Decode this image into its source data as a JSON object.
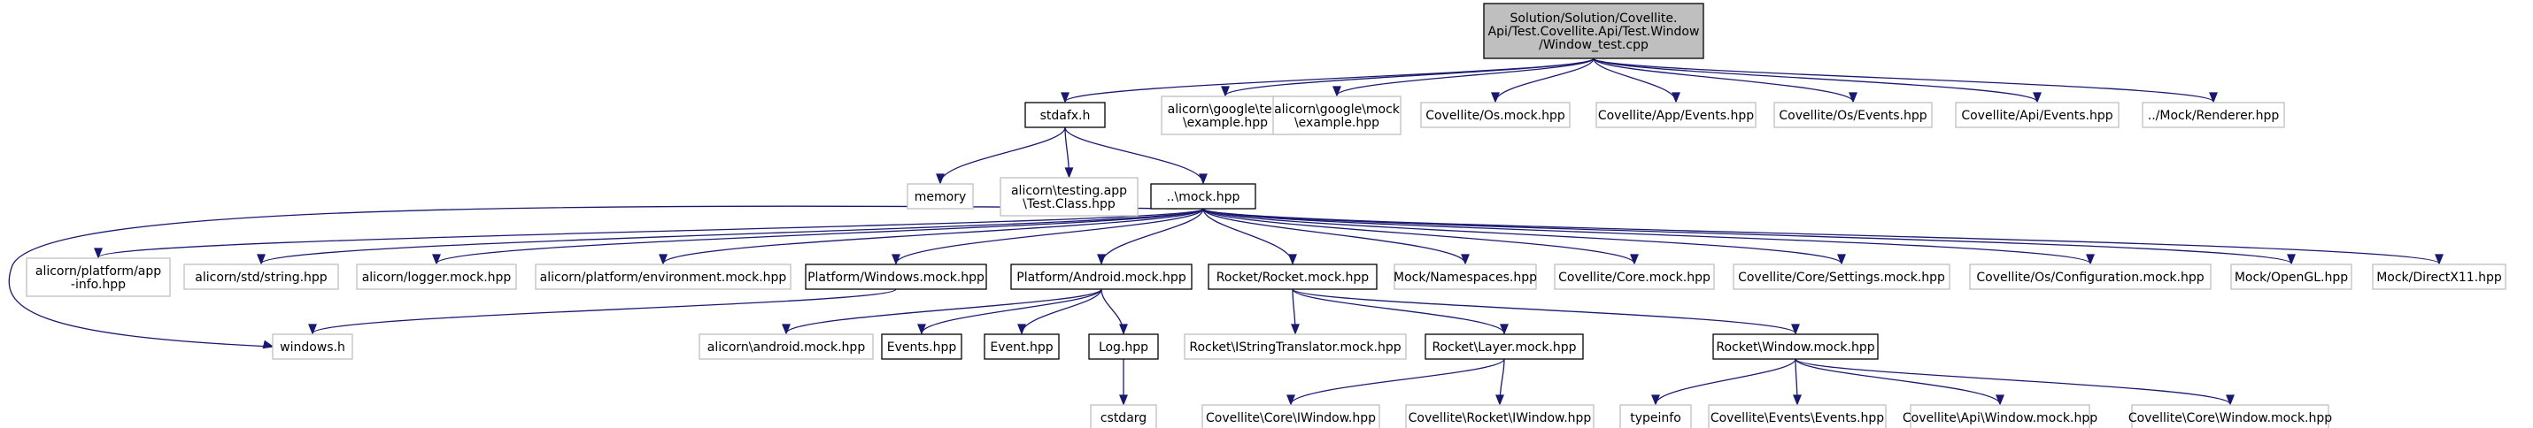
{
  "colors": {
    "edge": "#191970",
    "root_fill": "#bfbfbf",
    "external_border": "#bfbfbf",
    "linked_border": "#000000"
  },
  "nodes": [
    {
      "id": "root",
      "kind": "root",
      "lines": [
        "Solution/Solution/Covellite.",
        "Api/Test.Covellite.Api/Test.Window",
        "/Window_test.cpp"
      ]
    },
    {
      "id": "stdafx",
      "kind": "linked",
      "lines": [
        "stdafx.h"
      ]
    },
    {
      "id": "gtest",
      "kind": "external",
      "lines": [
        "alicorn\\google\\test",
        "\\example.hpp"
      ]
    },
    {
      "id": "gmock",
      "kind": "external",
      "lines": [
        "alicorn\\google\\mock",
        "\\example.hpp"
      ]
    },
    {
      "id": "osmock",
      "kind": "external",
      "lines": [
        "Covellite/Os.mock.hpp"
      ]
    },
    {
      "id": "appevents",
      "kind": "external",
      "lines": [
        "Covellite/App/Events.hpp"
      ]
    },
    {
      "id": "osevents",
      "kind": "external",
      "lines": [
        "Covellite/Os/Events.hpp"
      ]
    },
    {
      "id": "apievents",
      "kind": "external",
      "lines": [
        "Covellite/Api/Events.hpp"
      ]
    },
    {
      "id": "renderer",
      "kind": "external",
      "lines": [
        "../Mock/Renderer.hpp"
      ]
    },
    {
      "id": "memory",
      "kind": "external",
      "lines": [
        "memory"
      ]
    },
    {
      "id": "testingapp",
      "kind": "external",
      "lines": [
        "alicorn\\testing.app",
        "\\Test.Class.hpp"
      ]
    },
    {
      "id": "mock",
      "kind": "linked",
      "lines": [
        "..\\mock.hpp"
      ]
    },
    {
      "id": "appinfo",
      "kind": "external",
      "lines": [
        "alicorn/platform/app",
        "-info.hpp"
      ]
    },
    {
      "id": "stdstring",
      "kind": "external",
      "lines": [
        "alicorn/std/string.hpp"
      ]
    },
    {
      "id": "logger",
      "kind": "external",
      "lines": [
        "alicorn/logger.mock.hpp"
      ]
    },
    {
      "id": "environment",
      "kind": "external",
      "lines": [
        "alicorn/platform/environment.mock.hpp"
      ]
    },
    {
      "id": "winmock",
      "kind": "linked",
      "lines": [
        "Platform/Windows.mock.hpp"
      ]
    },
    {
      "id": "andmock",
      "kind": "linked",
      "lines": [
        "Platform/Android.mock.hpp"
      ]
    },
    {
      "id": "rocketmock",
      "kind": "linked",
      "lines": [
        "Rocket/Rocket.mock.hpp"
      ]
    },
    {
      "id": "namespaces",
      "kind": "external",
      "lines": [
        "Mock/Namespaces.hpp"
      ]
    },
    {
      "id": "coremock",
      "kind": "external",
      "lines": [
        "Covellite/Core.mock.hpp"
      ]
    },
    {
      "id": "settings",
      "kind": "external",
      "lines": [
        "Covellite/Core/Settings.mock.hpp"
      ]
    },
    {
      "id": "config",
      "kind": "external",
      "lines": [
        "Covellite/Os/Configuration.mock.hpp"
      ]
    },
    {
      "id": "opengl",
      "kind": "external",
      "lines": [
        "Mock/OpenGL.hpp"
      ]
    },
    {
      "id": "directx",
      "kind": "external",
      "lines": [
        "Mock/DirectX11.hpp"
      ]
    },
    {
      "id": "windowsh",
      "kind": "external",
      "lines": [
        "windows.h"
      ]
    },
    {
      "id": "andmockh",
      "kind": "external",
      "lines": [
        "alicorn\\android.mock.hpp"
      ]
    },
    {
      "id": "events",
      "kind": "linked",
      "lines": [
        "Events.hpp"
      ]
    },
    {
      "id": "event",
      "kind": "linked",
      "lines": [
        "Event.hpp"
      ]
    },
    {
      "id": "log",
      "kind": "linked",
      "lines": [
        "Log.hpp"
      ]
    },
    {
      "id": "translator",
      "kind": "external",
      "lines": [
        "Rocket\\IStringTranslator.mock.hpp"
      ]
    },
    {
      "id": "layer",
      "kind": "linked",
      "lines": [
        "Rocket\\Layer.mock.hpp"
      ]
    },
    {
      "id": "rwindow",
      "kind": "linked",
      "lines": [
        "Rocket\\Window.mock.hpp"
      ]
    },
    {
      "id": "cstdarg",
      "kind": "external",
      "lines": [
        "cstdarg"
      ]
    },
    {
      "id": "coreiwin",
      "kind": "external",
      "lines": [
        "Covellite\\Core\\IWindow.hpp"
      ]
    },
    {
      "id": "rocketiwin",
      "kind": "external",
      "lines": [
        "Covellite\\Rocket\\IWindow.hpp"
      ]
    },
    {
      "id": "typeinfo",
      "kind": "external",
      "lines": [
        "typeinfo"
      ]
    },
    {
      "id": "evevents",
      "kind": "external",
      "lines": [
        "Covellite\\Events\\Events.hpp"
      ]
    },
    {
      "id": "apiwin",
      "kind": "external",
      "lines": [
        "Covellite\\Api\\Window.mock.hpp"
      ]
    },
    {
      "id": "corewin",
      "kind": "external",
      "lines": [
        "Covellite\\Core\\Window.mock.hpp"
      ]
    }
  ],
  "edges": [
    [
      "root",
      "stdafx"
    ],
    [
      "root",
      "gtest"
    ],
    [
      "root",
      "gmock"
    ],
    [
      "root",
      "osmock"
    ],
    [
      "root",
      "appevents"
    ],
    [
      "root",
      "osevents"
    ],
    [
      "root",
      "apievents"
    ],
    [
      "root",
      "renderer"
    ],
    [
      "stdafx",
      "memory"
    ],
    [
      "stdafx",
      "testingapp"
    ],
    [
      "stdafx",
      "mock"
    ],
    [
      "mock",
      "appinfo"
    ],
    [
      "mock",
      "stdstring"
    ],
    [
      "mock",
      "logger"
    ],
    [
      "mock",
      "environment"
    ],
    [
      "mock",
      "winmock"
    ],
    [
      "mock",
      "andmock"
    ],
    [
      "mock",
      "rocketmock"
    ],
    [
      "mock",
      "namespaces"
    ],
    [
      "mock",
      "coremock"
    ],
    [
      "mock",
      "settings"
    ],
    [
      "mock",
      "config"
    ],
    [
      "mock",
      "opengl"
    ],
    [
      "mock",
      "directx"
    ],
    [
      "mock",
      "windowsh"
    ],
    [
      "winmock",
      "windowsh"
    ],
    [
      "andmock",
      "andmockh"
    ],
    [
      "andmock",
      "events"
    ],
    [
      "andmock",
      "event"
    ],
    [
      "andmock",
      "log"
    ],
    [
      "log",
      "cstdarg"
    ],
    [
      "rocketmock",
      "translator"
    ],
    [
      "rocketmock",
      "layer"
    ],
    [
      "rocketmock",
      "rwindow"
    ],
    [
      "layer",
      "coreiwin"
    ],
    [
      "layer",
      "rocketiwin"
    ],
    [
      "rwindow",
      "typeinfo"
    ],
    [
      "rwindow",
      "evevents"
    ],
    [
      "rwindow",
      "apiwin"
    ],
    [
      "rwindow",
      "corewin"
    ]
  ]
}
